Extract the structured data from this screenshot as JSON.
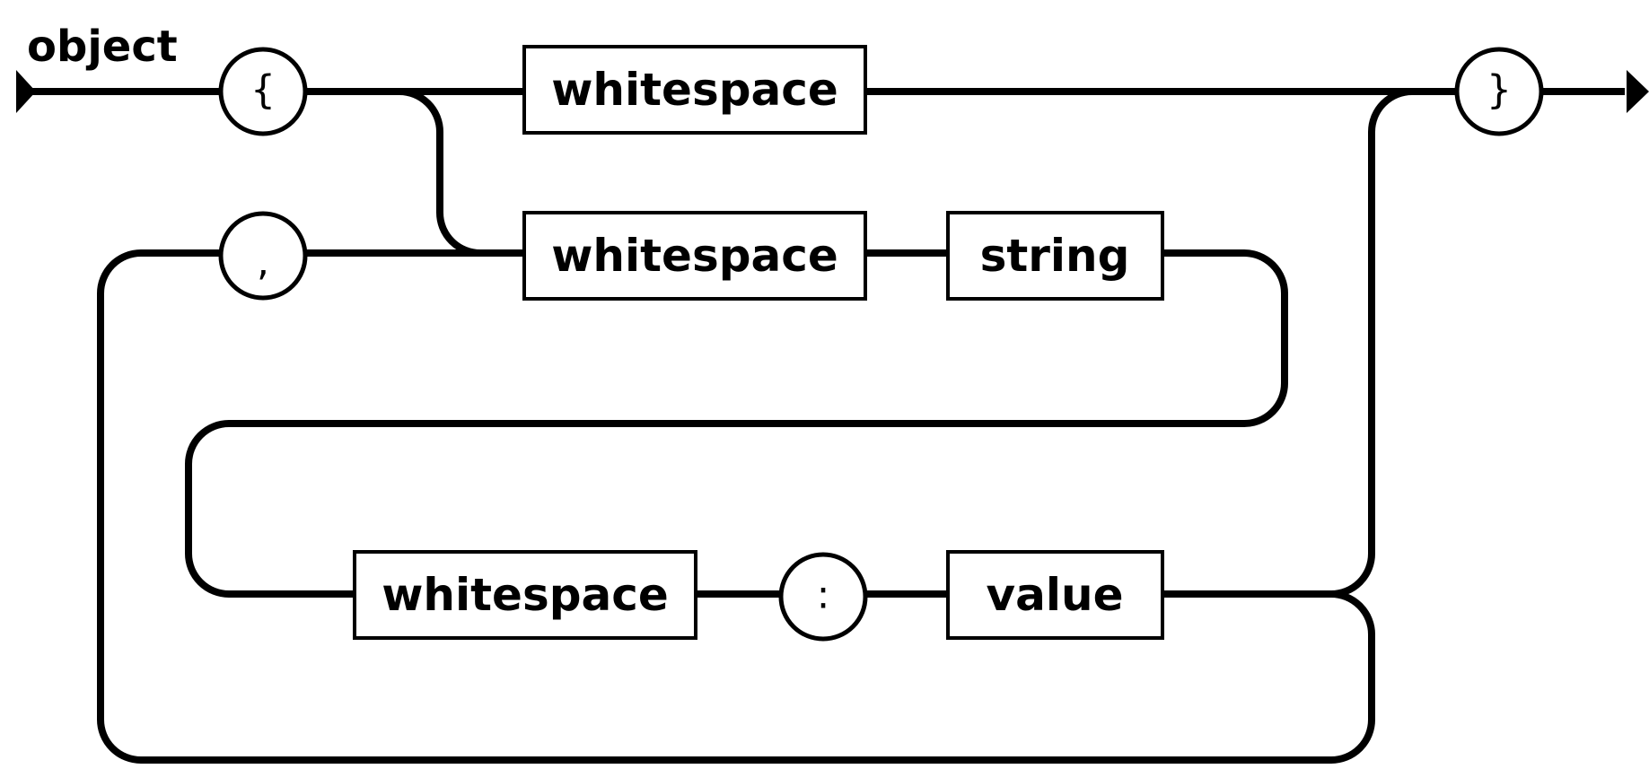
{
  "diagram": {
    "title": "object",
    "nodes": {
      "open_brace": "{",
      "close_brace": "}",
      "comma": ",",
      "colon": ":",
      "whitespace_top": "whitespace",
      "whitespace_mid": "whitespace",
      "string": "string",
      "whitespace_bottom": "whitespace",
      "value": "value"
    }
  }
}
